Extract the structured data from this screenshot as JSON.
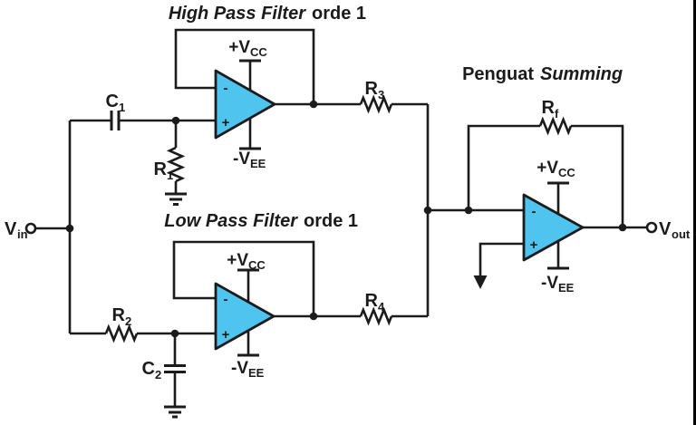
{
  "diagram": {
    "titles": {
      "hpf": {
        "italic": "High Pass Filter",
        "regular": "orde 1"
      },
      "lpf": {
        "italic": "Low Pass Filter",
        "regular": "orde 1"
      },
      "summing": {
        "regular": "Penguat",
        "italic": "Summing"
      }
    },
    "terminals": {
      "vin": {
        "name": "V",
        "sub": "in"
      },
      "vout": {
        "name": "V",
        "sub": "out"
      }
    },
    "components": {
      "c1": {
        "name": "C",
        "sub": "1"
      },
      "r1": {
        "name": "R",
        "sub": "1"
      },
      "r2": {
        "name": "R",
        "sub": "2"
      },
      "c2": {
        "name": "C",
        "sub": "2"
      },
      "r3": {
        "name": "R",
        "sub": "3"
      },
      "r4": {
        "name": "R",
        "sub": "4"
      },
      "rf": {
        "name": "R",
        "sub": "f"
      }
    },
    "power": {
      "vcc": {
        "name": "+V",
        "sub": "CC"
      },
      "vee": {
        "name": "-V",
        "sub": "EE"
      }
    },
    "opamp_inputs": {
      "inverting": "-",
      "noninverting": "+"
    },
    "colors": {
      "opamp_fill": "#4FC4EF",
      "wire": "#1B1B1B",
      "text": "#1B1B1B",
      "background": "#FFFFFF",
      "right_border": "#000000"
    }
  }
}
